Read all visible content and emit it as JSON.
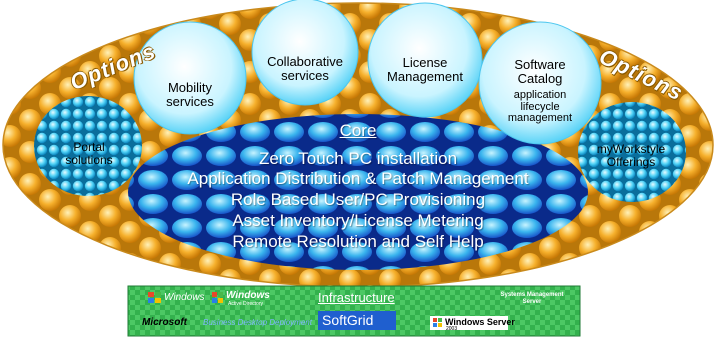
{
  "options_left": "Options",
  "options_right": "Options",
  "services": {
    "mobility": "Mobility services",
    "collaborative": "Collaborative services",
    "license": "License Management",
    "catalog_title": "Software Catalog",
    "catalog_sub": "application lifecycle management"
  },
  "side": {
    "left": "Portal solutions",
    "right": "myWorkstyle Offerings"
  },
  "core": {
    "title": "Core",
    "lines": [
      "Zero Touch PC installation",
      "Application Distribution & Patch Management",
      "Role Based User/PC Provisioning",
      "Asset Inventory/License Metering",
      "Remote Resolution and Self Help"
    ]
  },
  "infrastructure": {
    "title": "Infrastructure",
    "logos": {
      "windows": "Windows",
      "windows_ad": "Windows",
      "windows_ad_sub": "Active Directory",
      "systems_mgmt": "Systems Management Server",
      "microsoft": "Microsoft",
      "bdd": "Business Desktop Deployment",
      "softgrid": "SoftGrid",
      "windows_server": "Windows Server",
      "windows_server_year": "2003"
    }
  },
  "colors": {
    "orange": "#f5a623",
    "cyan": "#28c8f0",
    "blue": "#1a4fd0",
    "green": "#2fa84a"
  }
}
